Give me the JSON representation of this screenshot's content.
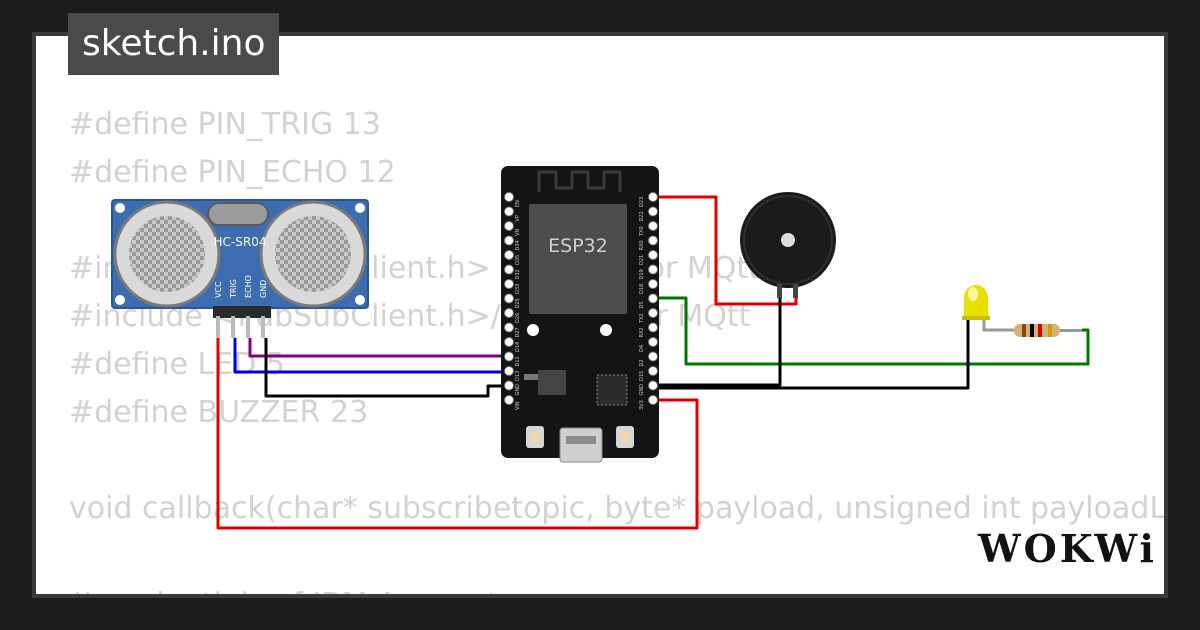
{
  "tab": {
    "title": "sketch.ino"
  },
  "code_lines": [
    "#define PIN_TRIG 13",
    "#define PIN_ECHO 12",
    "",
    "#include <PubSubClient.h> // library for MQtt",
    "#include <PubSubClient.h>// library for MQtt",
    "#define LED 5",
    "#define BUZZER 23",
    "",
    "void callback(char* subscribetopic, byte* payload, unsigned int payloadLength);",
    "",
    "// credentials of IBM Accounts"
  ],
  "components": {
    "ultrasonic": {
      "label": "HC-SR04",
      "pins": [
        "VCC",
        "TRIG",
        "ECHO",
        "GND"
      ]
    },
    "esp32": {
      "label": "ESP32",
      "left_pins": [
        "EN",
        "VP",
        "VN",
        "D34",
        "D35",
        "D32",
        "D33",
        "D25",
        "D26",
        "D27",
        "D14",
        "D12",
        "D13",
        "GND",
        "VIN"
      ],
      "right_pins": [
        "D23",
        "D22",
        "TX0",
        "RX0",
        "D21",
        "D19",
        "D18",
        "D5",
        "TX2",
        "RX2",
        "D4",
        "D2",
        "D15",
        "GND",
        "3V3"
      ]
    }
  },
  "wire_colors": {
    "red": "#e00000",
    "green": "#007700",
    "blue": "#0000e0",
    "purple": "#800080",
    "black": "#000000"
  },
  "brand": {
    "logo": "WOKWi"
  }
}
